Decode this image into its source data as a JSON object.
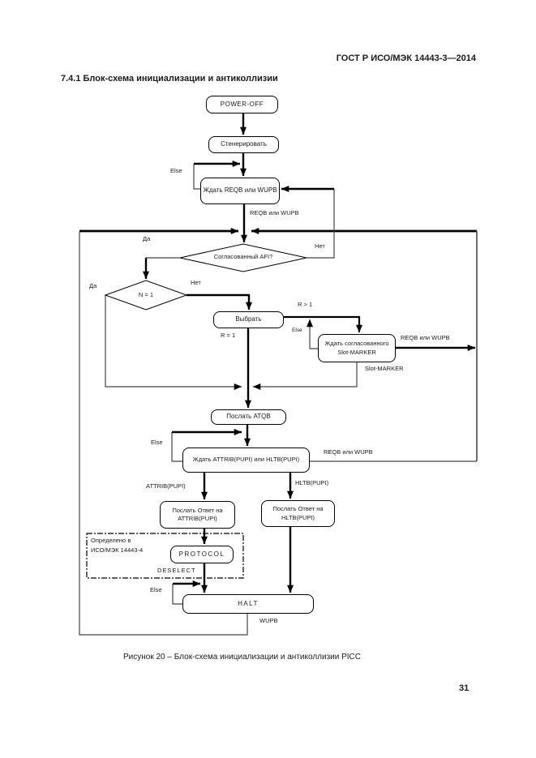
{
  "page": {
    "header_title": "ГОСТ Р ИСО/МЭК 14443-3—2014",
    "section_heading": "7.4.1  Блок-схема инициализации и антиколлизии",
    "figure_caption": "Рисунок 20 – Блок-схема инициализации и антиколлизии PICC",
    "page_number": "31"
  },
  "flowchart": {
    "nodes": {
      "power_off": {
        "label": "POWER-OFF"
      },
      "generate": {
        "label": "Стенерировать"
      },
      "wait_reqb": {
        "label": "Ждать REQB или WUPB"
      },
      "afi_check": {
        "label": "Согласованный AFI?"
      },
      "n_check": {
        "label": "N = 1"
      },
      "select": {
        "label": "Выбрать"
      },
      "wait_slot_marker": {
        "line1": "Ждать согласованного",
        "line2": "Slot-MARKER"
      },
      "send_atqb": {
        "label": "Послать ATQB"
      },
      "wait_attrib": {
        "label": "Ждать ATTRIB(PUPI) или HLTB(PUPI)"
      },
      "send_attrib_answer": {
        "line1": "Послать Ответ на",
        "line2": "ATTRIB(PUPI)"
      },
      "send_hltb_answer": {
        "line1": "Послать Ответ на",
        "line2": "HLTB(PUPI)"
      },
      "protocol": {
        "label": "PROTOCOL"
      },
      "halt": {
        "label": "HALT"
      }
    },
    "edge_labels": {
      "else_idle": "Else",
      "reqb_wupb_top": "REQB или WUPB",
      "yes_afi": "Да",
      "no_afi": "Нет",
      "yes_n": "Да",
      "no_n": "Нет",
      "r_gt_1": "R > 1",
      "r_eq_1": "R = 1",
      "else_slot": "Else",
      "reqb_wupb_slot": "REQB или WUPB",
      "slot_marker": "Slot-MARKER",
      "else_atqb": "Else",
      "reqb_wupb_attrib": "REQB или WUPB",
      "attrib_pupi": "ATTRIB(PUPI)",
      "hltb_pupi": "HLTB(PUPI)",
      "deselect": "DESELECT",
      "else_halt": "Else",
      "wupb": "WUPB"
    },
    "note": {
      "line1": "Определено в",
      "line2": "ИСО/МЭК 14443-4"
    },
    "colors": {
      "line": "#000000",
      "loop_line": "#444444",
      "text": "#1a1a1a",
      "page_background": "#ffffff"
    }
  }
}
